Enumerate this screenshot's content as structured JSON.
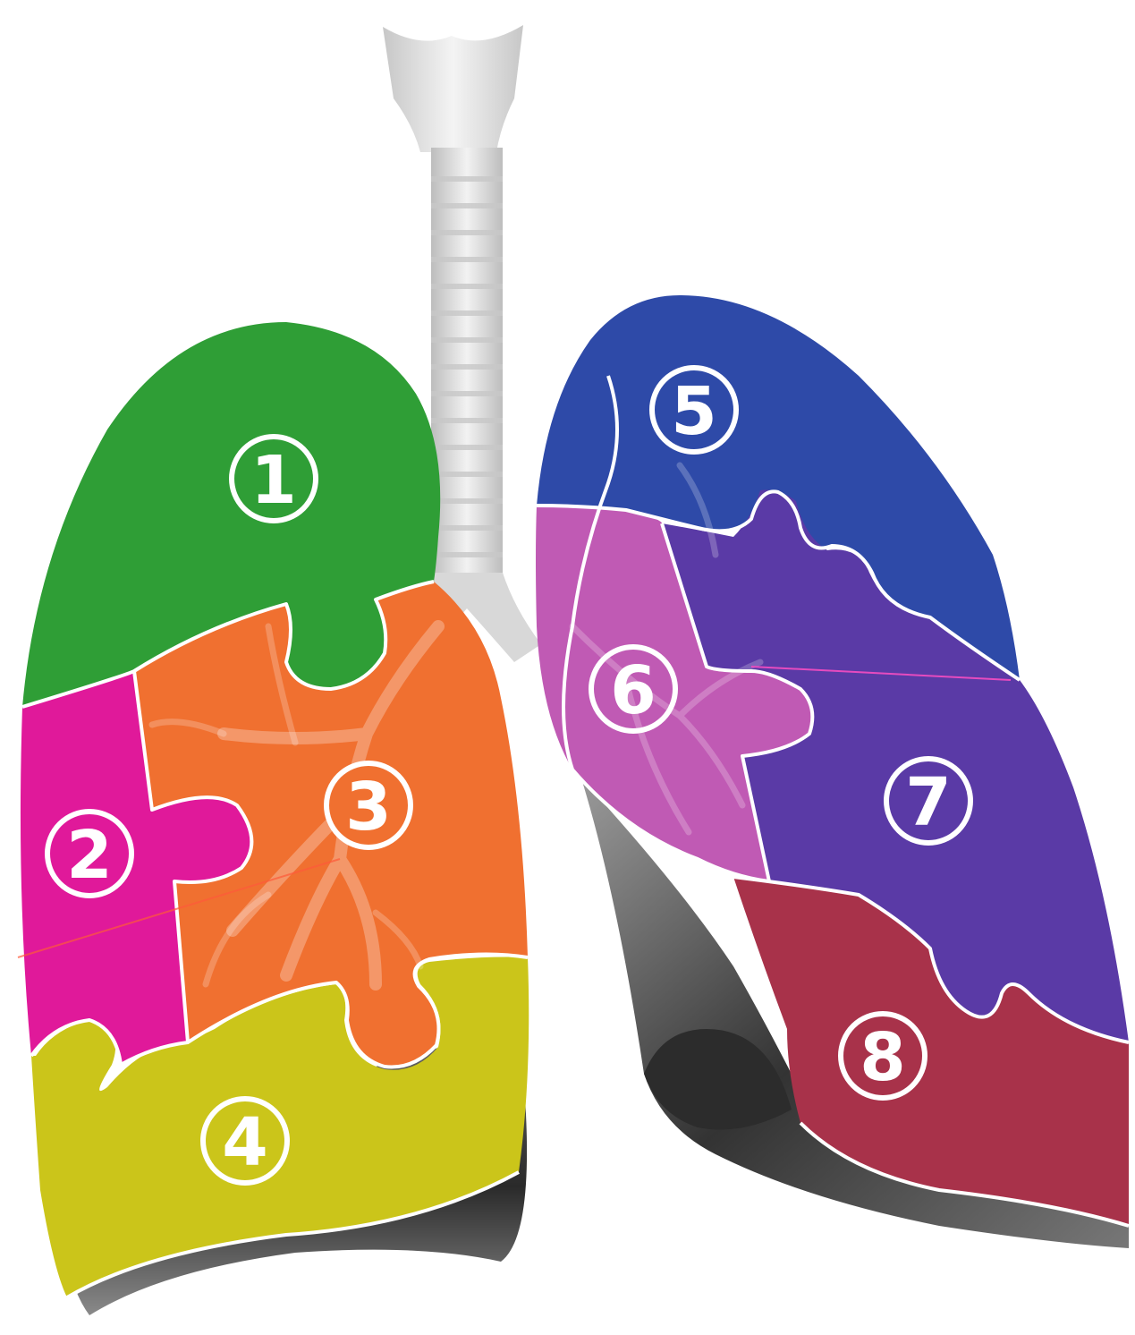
{
  "segments": [
    {
      "label": "1",
      "color": "#2f9e36"
    },
    {
      "label": "2",
      "color": "#e0199a"
    },
    {
      "label": "3",
      "color": "#f07030"
    },
    {
      "label": "4",
      "color": "#cbc51a"
    },
    {
      "label": "5",
      "color": "#2e4aa8"
    },
    {
      "label": "6",
      "color": "#c05ab4"
    },
    {
      "label": "7",
      "color": "#5a3aa6"
    },
    {
      "label": "8",
      "color": "#a8324a"
    }
  ],
  "colors": {
    "trachea": "#dcdcdc",
    "lung_shadow": "#3a3a3a",
    "outline": "#ffffff"
  }
}
